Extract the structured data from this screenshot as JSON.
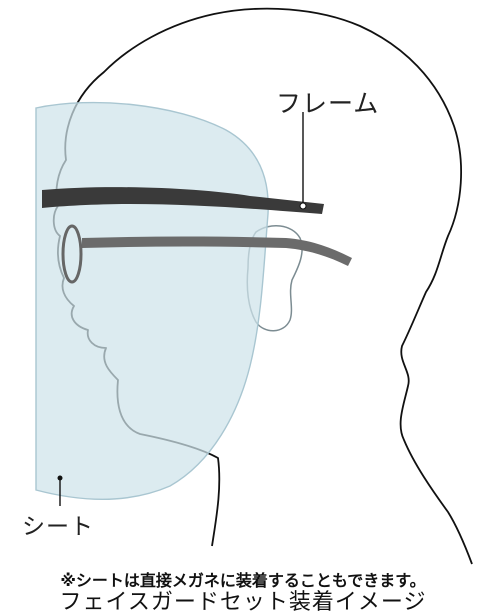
{
  "labels": {
    "frame": "フレーム",
    "sheet": "シート"
  },
  "note": "※シートは直接メガネに装着することもできます。",
  "caption": "フェイスガードセット装着イメージ",
  "colors": {
    "sheet_fill": "#cfe3ea",
    "sheet_stroke": "#a9c6d1",
    "outline": "#111111",
    "frame": "#3a3a3a",
    "glasses_temple": "#6b6b6b"
  }
}
